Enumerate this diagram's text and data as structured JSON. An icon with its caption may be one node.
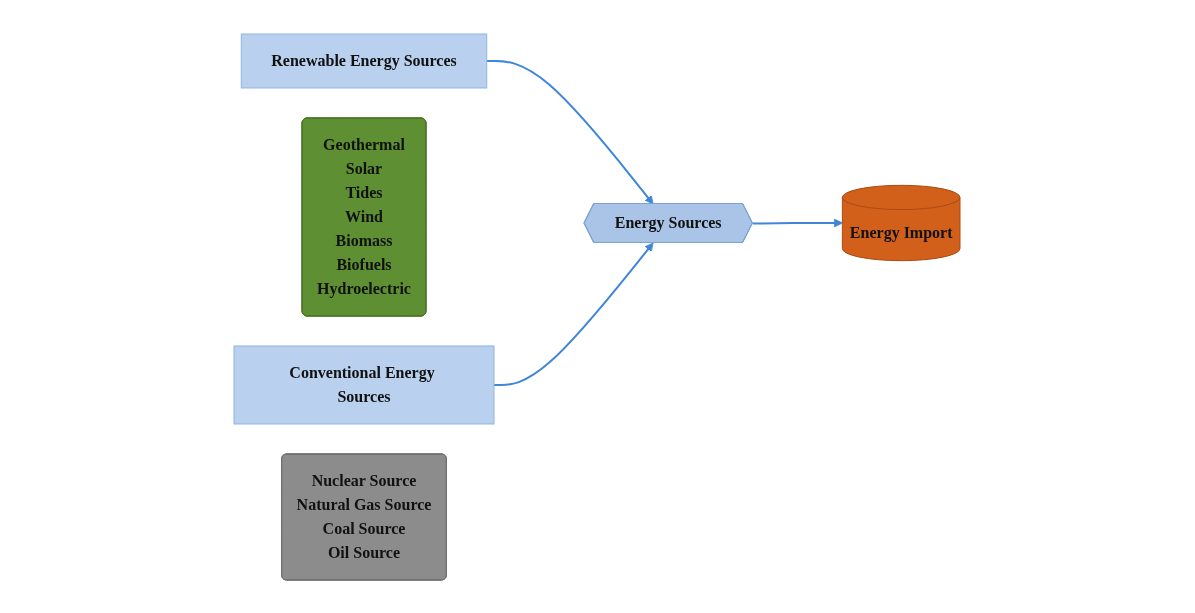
{
  "diagram": {
    "nodes": [
      {
        "text": [
          "Renewable Energy Sources"
        ]
      },
      {
        "text": [
          "Geothermal",
          "Solar",
          "Tides",
          "Wind",
          "Biomass",
          "Biofuels",
          "Hydroelectric"
        ]
      },
      {
        "text": [
          "Conventional Energy Sources"
        ]
      },
      {
        "text": [
          "Nuclear Source",
          "Natural Gas Source",
          "Coal Source",
          "Oil Source"
        ]
      },
      {
        "text": [
          "Energy Sources"
        ]
      },
      {
        "text": [
          "Energy Import"
        ]
      }
    ],
    "edges": [
      {
        "from": 0,
        "to": 4,
        "arrow": "to"
      },
      {
        "from": 2,
        "to": 4,
        "arrow": "to"
      },
      {
        "from": 4,
        "to": 5,
        "arrow": "to"
      }
    ]
  }
}
